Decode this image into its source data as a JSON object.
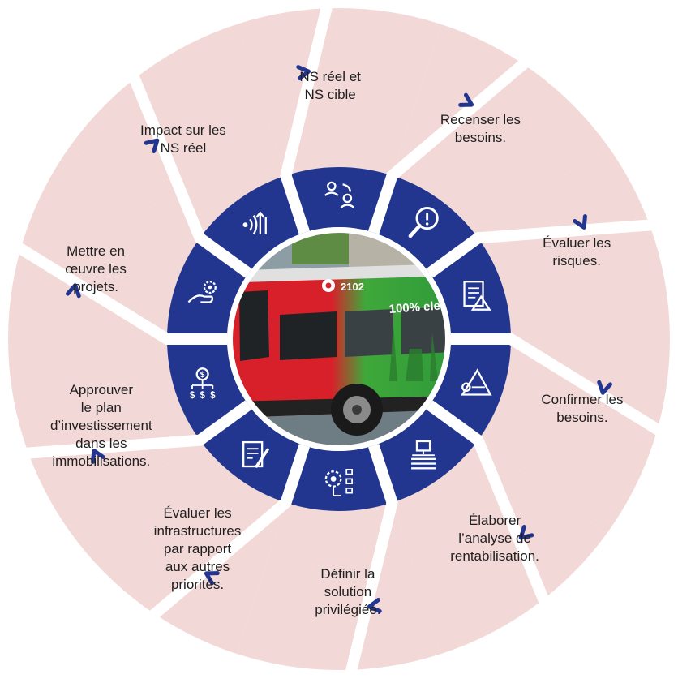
{
  "colors": {
    "outer_ring": "#f2d8d6",
    "inner_ring": "#23368f",
    "divider": "#ffffff",
    "arrow": "#23368f",
    "icon": "#ffffff"
  },
  "steps": [
    {
      "label": "NS réel et\nNS cible",
      "icon": "people-exchange-icon"
    },
    {
      "label": "Recenser les\nbesoins.",
      "icon": "magnifier-exclamation-icon"
    },
    {
      "label": "Évaluer les\nrisques.",
      "icon": "clipboard-warning-icon"
    },
    {
      "label": "Confirmer les\nbesoins.",
      "icon": "target-mountain-icon"
    },
    {
      "label": "Élaborer\nl’analyse de\nrentabilisation.",
      "icon": "document-stack-icon"
    },
    {
      "label": "Définir la\nsolution\nprivilégiée.",
      "icon": "gear-flowchart-icon"
    },
    {
      "label": "Évaluer les\ninfrastructures\npar rapport\naux autres\npriorités.",
      "icon": "clipboard-pen-icon"
    },
    {
      "label": "Approuver\nle plan\nd’investissement\ndans les\nimmobilisations.",
      "icon": "dollar-hierarchy-icon"
    },
    {
      "label": "Mettre en\nœuvre les\nprojets.",
      "icon": "hand-gear-icon"
    },
    {
      "label": "Impact sur les\nNS réel",
      "icon": "signal-arrows-icon"
    }
  ],
  "center_photo": {
    "bus_number": "2102",
    "bus_slogan": "100% electric"
  }
}
